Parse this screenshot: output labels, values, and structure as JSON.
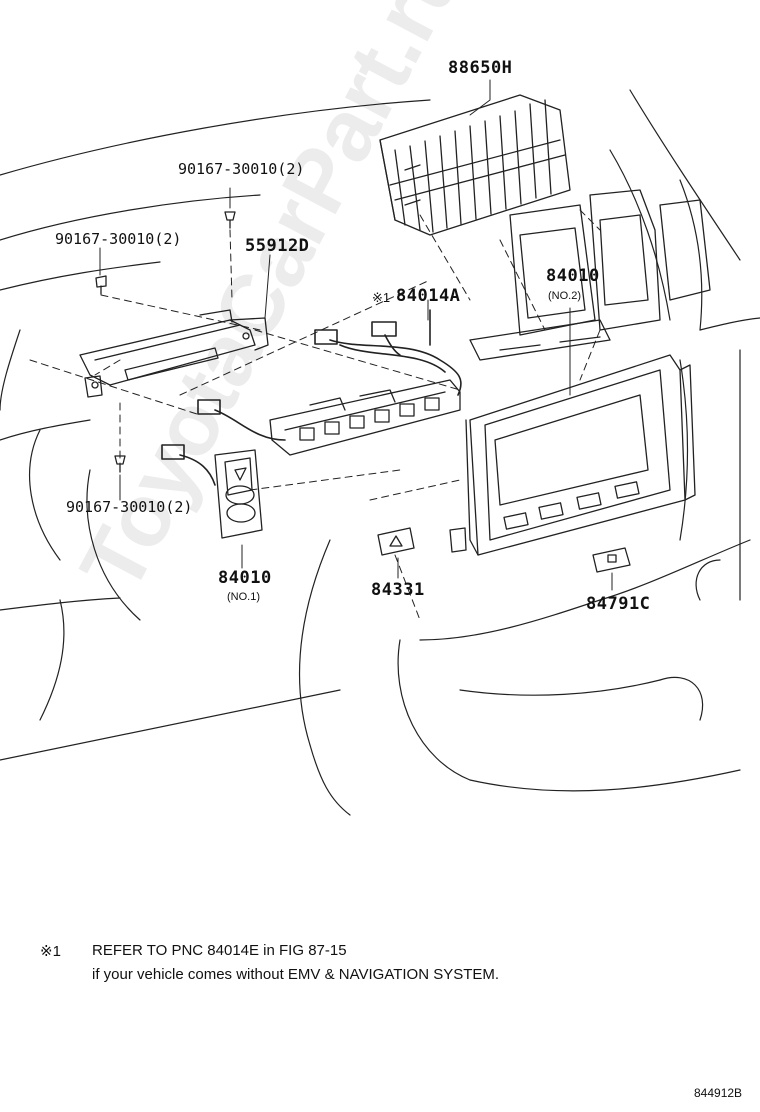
{
  "labels": {
    "p88650": "88650H",
    "p90167_a": "90167-30010(2)",
    "p90167_b": "90167-30010(2)",
    "p90167_c": "90167-30010(2)",
    "p55912": "55912D",
    "ref_mark": "※1",
    "p84014": "84014A",
    "p84010_2": "84010",
    "p84010_2_sub": "(NO.2)",
    "p84010_1": "84010",
    "p84010_1_sub": "(NO.1)",
    "p84331": "84331",
    "p84791": "84791C"
  },
  "note": {
    "mark": "※1",
    "line1": "REFER TO PNC 84014E in FIG 87-15",
    "line2": "if your vehicle comes without EMV & NAVIGATION SYSTEM."
  },
  "watermark": "ToyotaCarPart.ru",
  "figure_code": "844912B"
}
